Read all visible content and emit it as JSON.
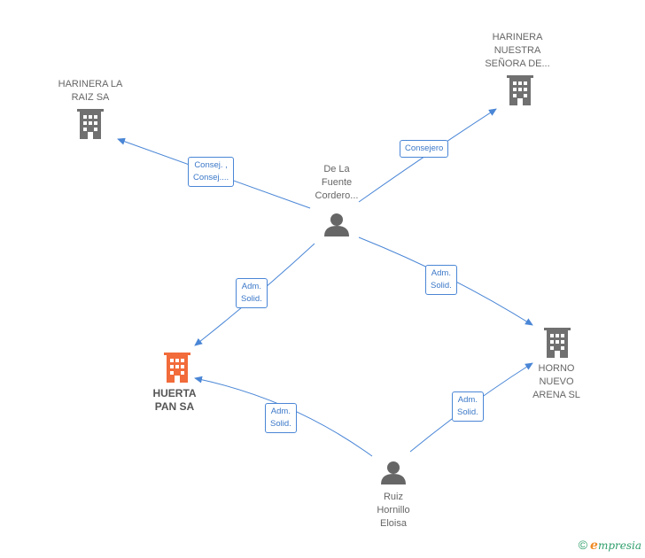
{
  "nodes": {
    "harinera_la_raiz": {
      "label": "HARINERA LA\nRAIZ SA",
      "type": "company"
    },
    "harinera_nuestra": {
      "label": "HARINERA\nNUESTRA\nSEÑORA DE...",
      "type": "company"
    },
    "de_la_fuente": {
      "label": "De La\nFuente\nCordero...",
      "type": "person"
    },
    "huerta_pan": {
      "label": "HUERTA\nPAN SA",
      "type": "company",
      "highlight": true
    },
    "horno_nuevo": {
      "label": "HORNO\nNUEVO\nARENA SL",
      "type": "company"
    },
    "ruiz_hornillo": {
      "label": "Ruiz\nHornillo\nEloisa",
      "type": "person"
    }
  },
  "edges": [
    {
      "id": "e1",
      "label": "Consej. ,\nConsej...."
    },
    {
      "id": "e2",
      "label": "Consejero"
    },
    {
      "id": "e3",
      "label": "Adm.\nSolid."
    },
    {
      "id": "e4",
      "label": "Adm.\nSolid."
    },
    {
      "id": "e5",
      "label": "Adm.\nSolid."
    },
    {
      "id": "e6",
      "label": "Adm.\nSolid."
    }
  ],
  "colors": {
    "edge": "#4a86d6",
    "company_icon": "#707070",
    "highlight_icon": "#f26b3a",
    "person_icon": "#666666"
  },
  "icons": {
    "company": "building-icon",
    "person": "person-icon"
  },
  "brand": {
    "copyright": "©",
    "e": "e",
    "rest": "mpresia"
  }
}
